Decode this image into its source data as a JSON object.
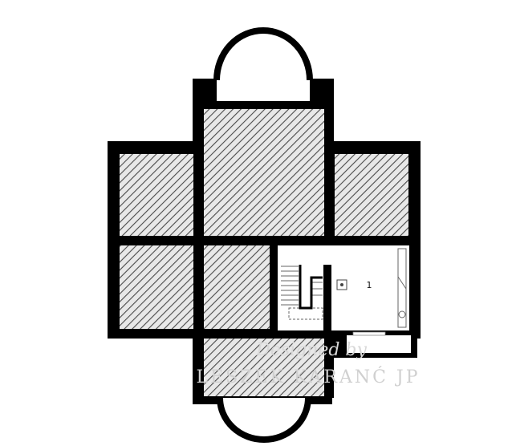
{
  "rooms": [
    {
      "id": "room-1",
      "label": "1"
    }
  ],
  "watermark": {
    "line1": "Designed by",
    "line2": "LESZEK KARANĆ JP"
  },
  "colors": {
    "wall": "#000000",
    "background": "#ffffff",
    "hatch": "#555555",
    "hatch_bg": "#e6e6e6",
    "watermark": "#d0d0d0"
  }
}
